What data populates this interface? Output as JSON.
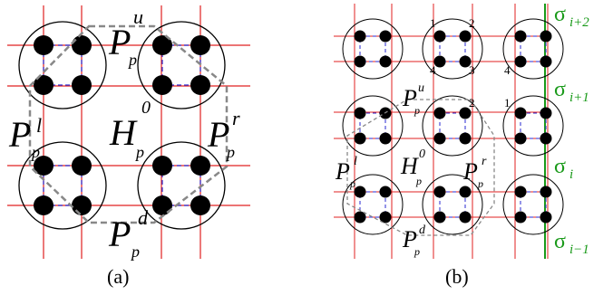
{
  "panels": [
    {
      "caption": "(a)",
      "labels": {
        "P_u": {
          "base": "P",
          "sub": "p",
          "sup": "u"
        },
        "P_l": {
          "base": "P",
          "sub": "p",
          "sup": "l"
        },
        "H_0": {
          "base": "H",
          "sub": "p",
          "sup": "0"
        },
        "P_r": {
          "base": "P",
          "sub": "p",
          "sup": "r"
        },
        "P_d": {
          "base": "P",
          "sub": "p",
          "sup": "d"
        }
      }
    },
    {
      "caption": "(b)",
      "labels": {
        "P_u": {
          "base": "P",
          "sub": "p",
          "sup": "u"
        },
        "P_l": {
          "base": "P",
          "sub": "p",
          "sup": "l"
        },
        "H_0": {
          "base": "H",
          "sub": "p",
          "sup": "0"
        },
        "P_r": {
          "base": "P",
          "sub": "p",
          "sup": "r"
        },
        "P_d": {
          "base": "P",
          "sub": "p",
          "sup": "d"
        }
      },
      "corner_numbers": [
        "1",
        "2",
        "4",
        "3",
        "4",
        "2",
        "1"
      ],
      "sigma": [
        {
          "symbol": "σ",
          "index": "i+2"
        },
        {
          "symbol": "σ",
          "index": "i+1"
        },
        {
          "symbol": "σ",
          "index": "i"
        },
        {
          "symbol": "σ",
          "index": "i−1"
        }
      ]
    }
  ],
  "colors": {
    "grid_red": "#e02020",
    "inner_blue": "#2a2ad0",
    "dashed_gray": "#888888",
    "sigma_green": "#1a9a1a"
  }
}
